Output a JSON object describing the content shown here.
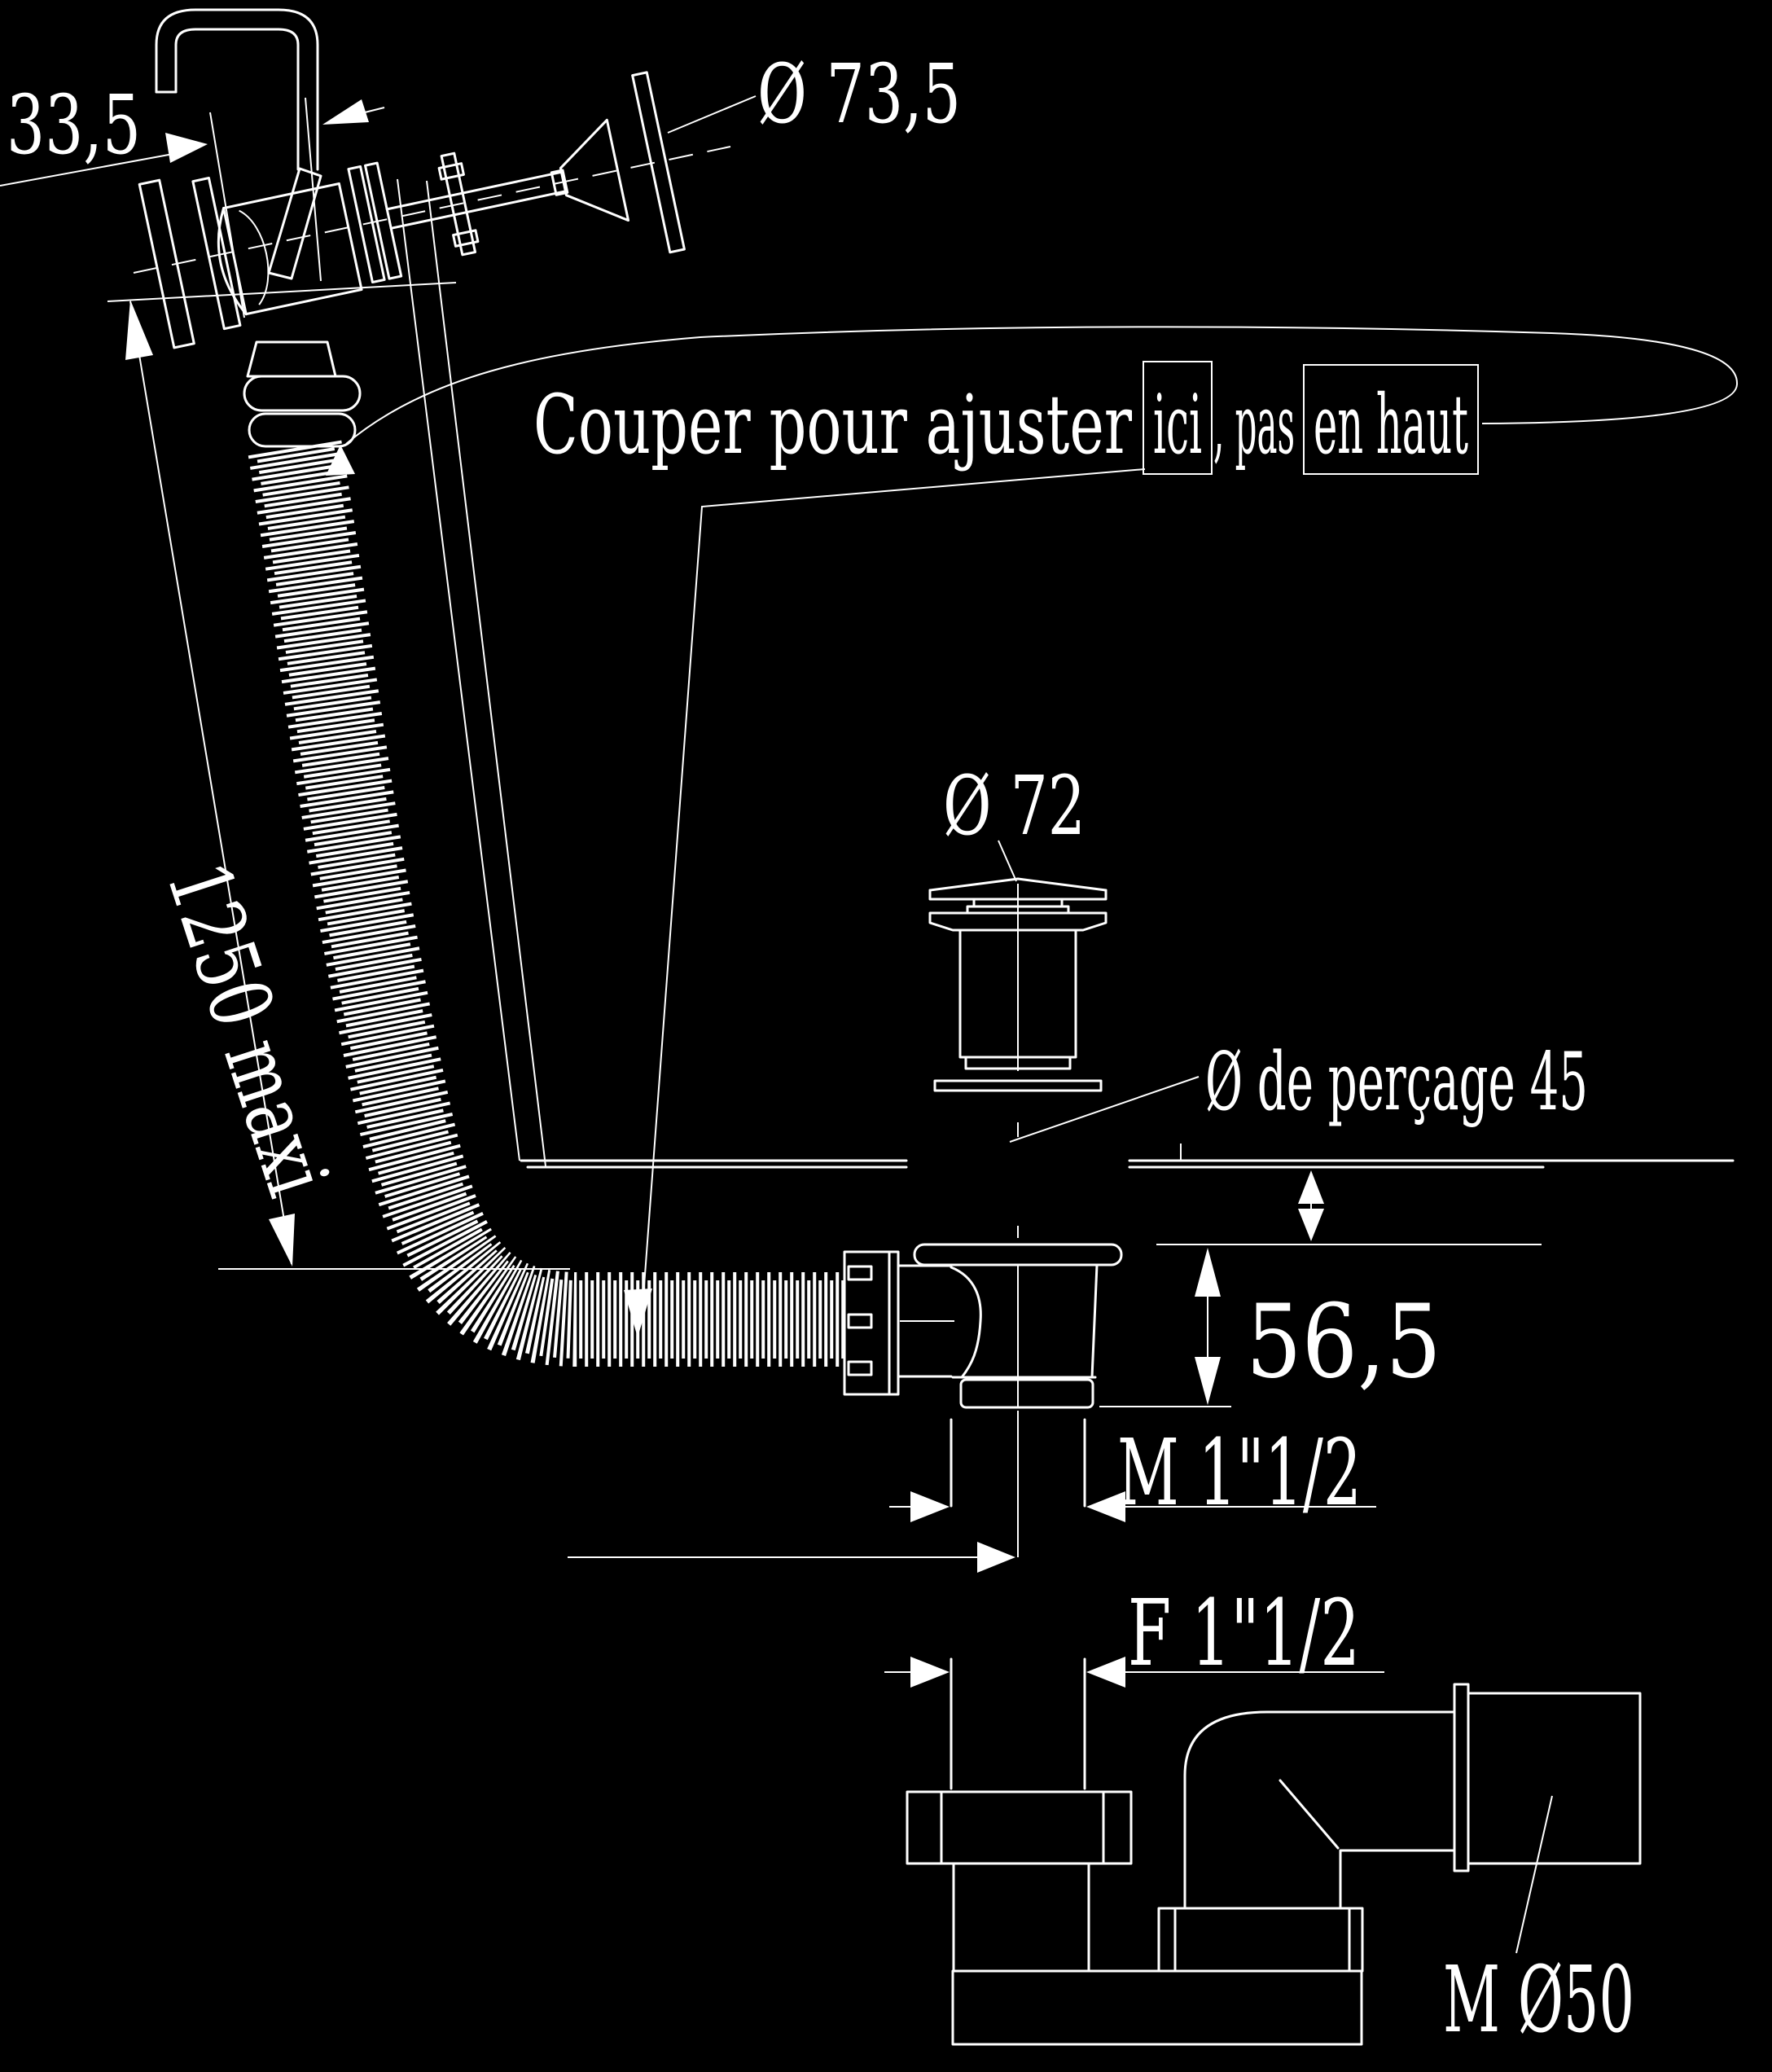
{
  "colors": {
    "background": "#000000",
    "line": "#ffffff"
  },
  "labels": {
    "dim_overflow_depth": "33,5",
    "dia_overflow_cover": "Ø 73,5",
    "note_prefix": "Couper pour ajuster",
    "note_here": "ici",
    "note_mid": ", pas",
    "note_top": "en haut",
    "dia_plug_cap": "Ø 72",
    "len_hose_max": "1250 maxi",
    "dia_drill": "Ø de perçage 45",
    "dim_body_height": "56,5",
    "thread_male": "M 1\"1/2",
    "thread_female": "F 1\"1/2",
    "thread_outlet": "M Ø50"
  }
}
